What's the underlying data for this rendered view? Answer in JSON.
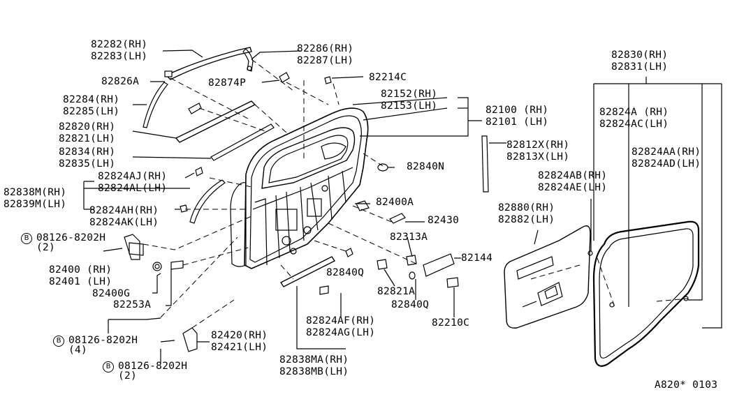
{
  "labels": {
    "l82282": "82282(RH)",
    "l82283": "82283(LH)",
    "l82286": "82286(RH)",
    "l82287": "82287(LH)",
    "l82826A": "82826A",
    "l82214C": "82214C",
    "l82874P": "82874P",
    "l82284": "82284(RH)",
    "l82285": "82285(LH)",
    "l82152": "82152(RH)",
    "l82153": "82153(LH)",
    "l82100": "82100 (RH)",
    "l82101": "82101 (LH)",
    "l82820": "82820(RH)",
    "l82821": "82821(LH)",
    "l82834": "82834(RH)",
    "l82835": "82835(LH)",
    "l82812X": "82812X(RH)",
    "l82813X": "82813X(LH)",
    "l82824AJ": "82824AJ(RH)",
    "l82824AL": "82824AL(LH)",
    "l82840N": "82840N",
    "l82838M": "82838M(RH)",
    "l82839M": "82839M(LH)",
    "l82400A": "82400A",
    "l82824AH": "82824AH(RH)",
    "l82824AK": "82824AK(LH)",
    "l82430": "82430",
    "l08126a": "08126-8202H",
    "l08126a_q": "(2)",
    "l82313A": "82313A",
    "l82400": "82400 (RH)",
    "l82401": "82401 (LH)",
    "l82840Q_a": "82840Q",
    "l82144": "82144",
    "l82400G": "82400G",
    "l82821A": "82821A",
    "l82253A": "82253A",
    "l82840Q_b": "82840Q",
    "l82210C": "82210C",
    "l82824AF": "82824AF(RH)",
    "l82824AG": "82824AG(LH)",
    "l08126b": "08126-8202H",
    "l08126b_q": "(4)",
    "l82420": "82420(RH)",
    "l82421": "82421(LH)",
    "l82838MA": "82838MA(RH)",
    "l82838MB": "82838MB(LH)",
    "l08126c": "08126-8202H",
    "l08126c_q": "(2)",
    "l82830": "82830(RH)",
    "l82831": "82831(LH)",
    "l82824A": "82824A (RH)",
    "l82824AC": "82824AC(LH)",
    "l82824AA": "82824AA(RH)",
    "l82824AD": "82824AD(LH)",
    "l82824AB": "82824AB(RH)",
    "l82824AE": "82824AE(LH)",
    "l82880": "82880(RH)",
    "l82882": "82882(LH)",
    "bolt_mark": "B",
    "diagram_code": "A820* 0103"
  }
}
